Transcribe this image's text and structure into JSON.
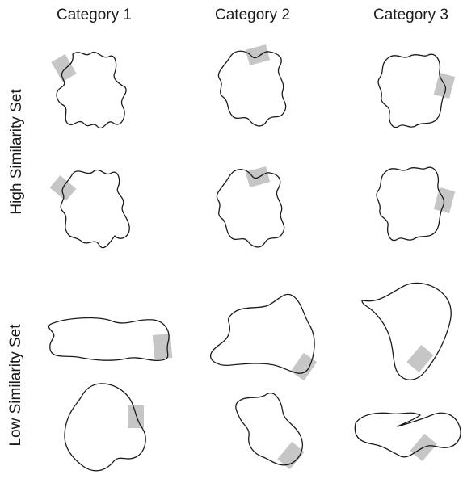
{
  "columns": [
    "Category 1",
    "Category 2",
    "Category 3"
  ],
  "rows": [
    "High Similarity Set",
    "Low Similarity Set"
  ],
  "style": {
    "outline_color": "#1a1a1a",
    "highlight_color": "#c6c6c6"
  }
}
